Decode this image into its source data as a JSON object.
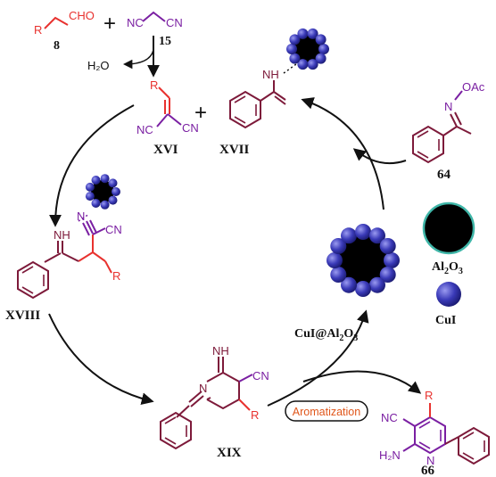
{
  "colors": {
    "red": "#e8322f",
    "purple": "#7a1fa2",
    "maroon": "#7d1a3a",
    "black": "#111111",
    "blue": "#3a3ab8",
    "teal": "#3fb6a8",
    "orange": "#e0561a"
  },
  "atoms": {
    "cho": "CHO",
    "r": "R",
    "nc": "NC",
    "cn": "CN",
    "nh": "NH",
    "n": "N",
    "oac": "OAc",
    "h2o": "H₂O",
    "h2n": "H₂N",
    "plus": "+"
  },
  "labels": {
    "c8": "8",
    "c15": "15",
    "xvi": "XVI",
    "xvii": "XVII",
    "c64": "64",
    "xviii": "XVIII",
    "xix": "XIX",
    "c66": "66",
    "al2o3_main": "Al",
    "al2o3_sub1": "2",
    "al2o3_o": "O",
    "al2o3_sub2": "3",
    "cu_main": "CuI@Al",
    "cu_sub1": "2",
    "cu_o": "O",
    "cu_sub2": "3",
    "cui": "CuI",
    "aromatization": "Aromatization"
  }
}
